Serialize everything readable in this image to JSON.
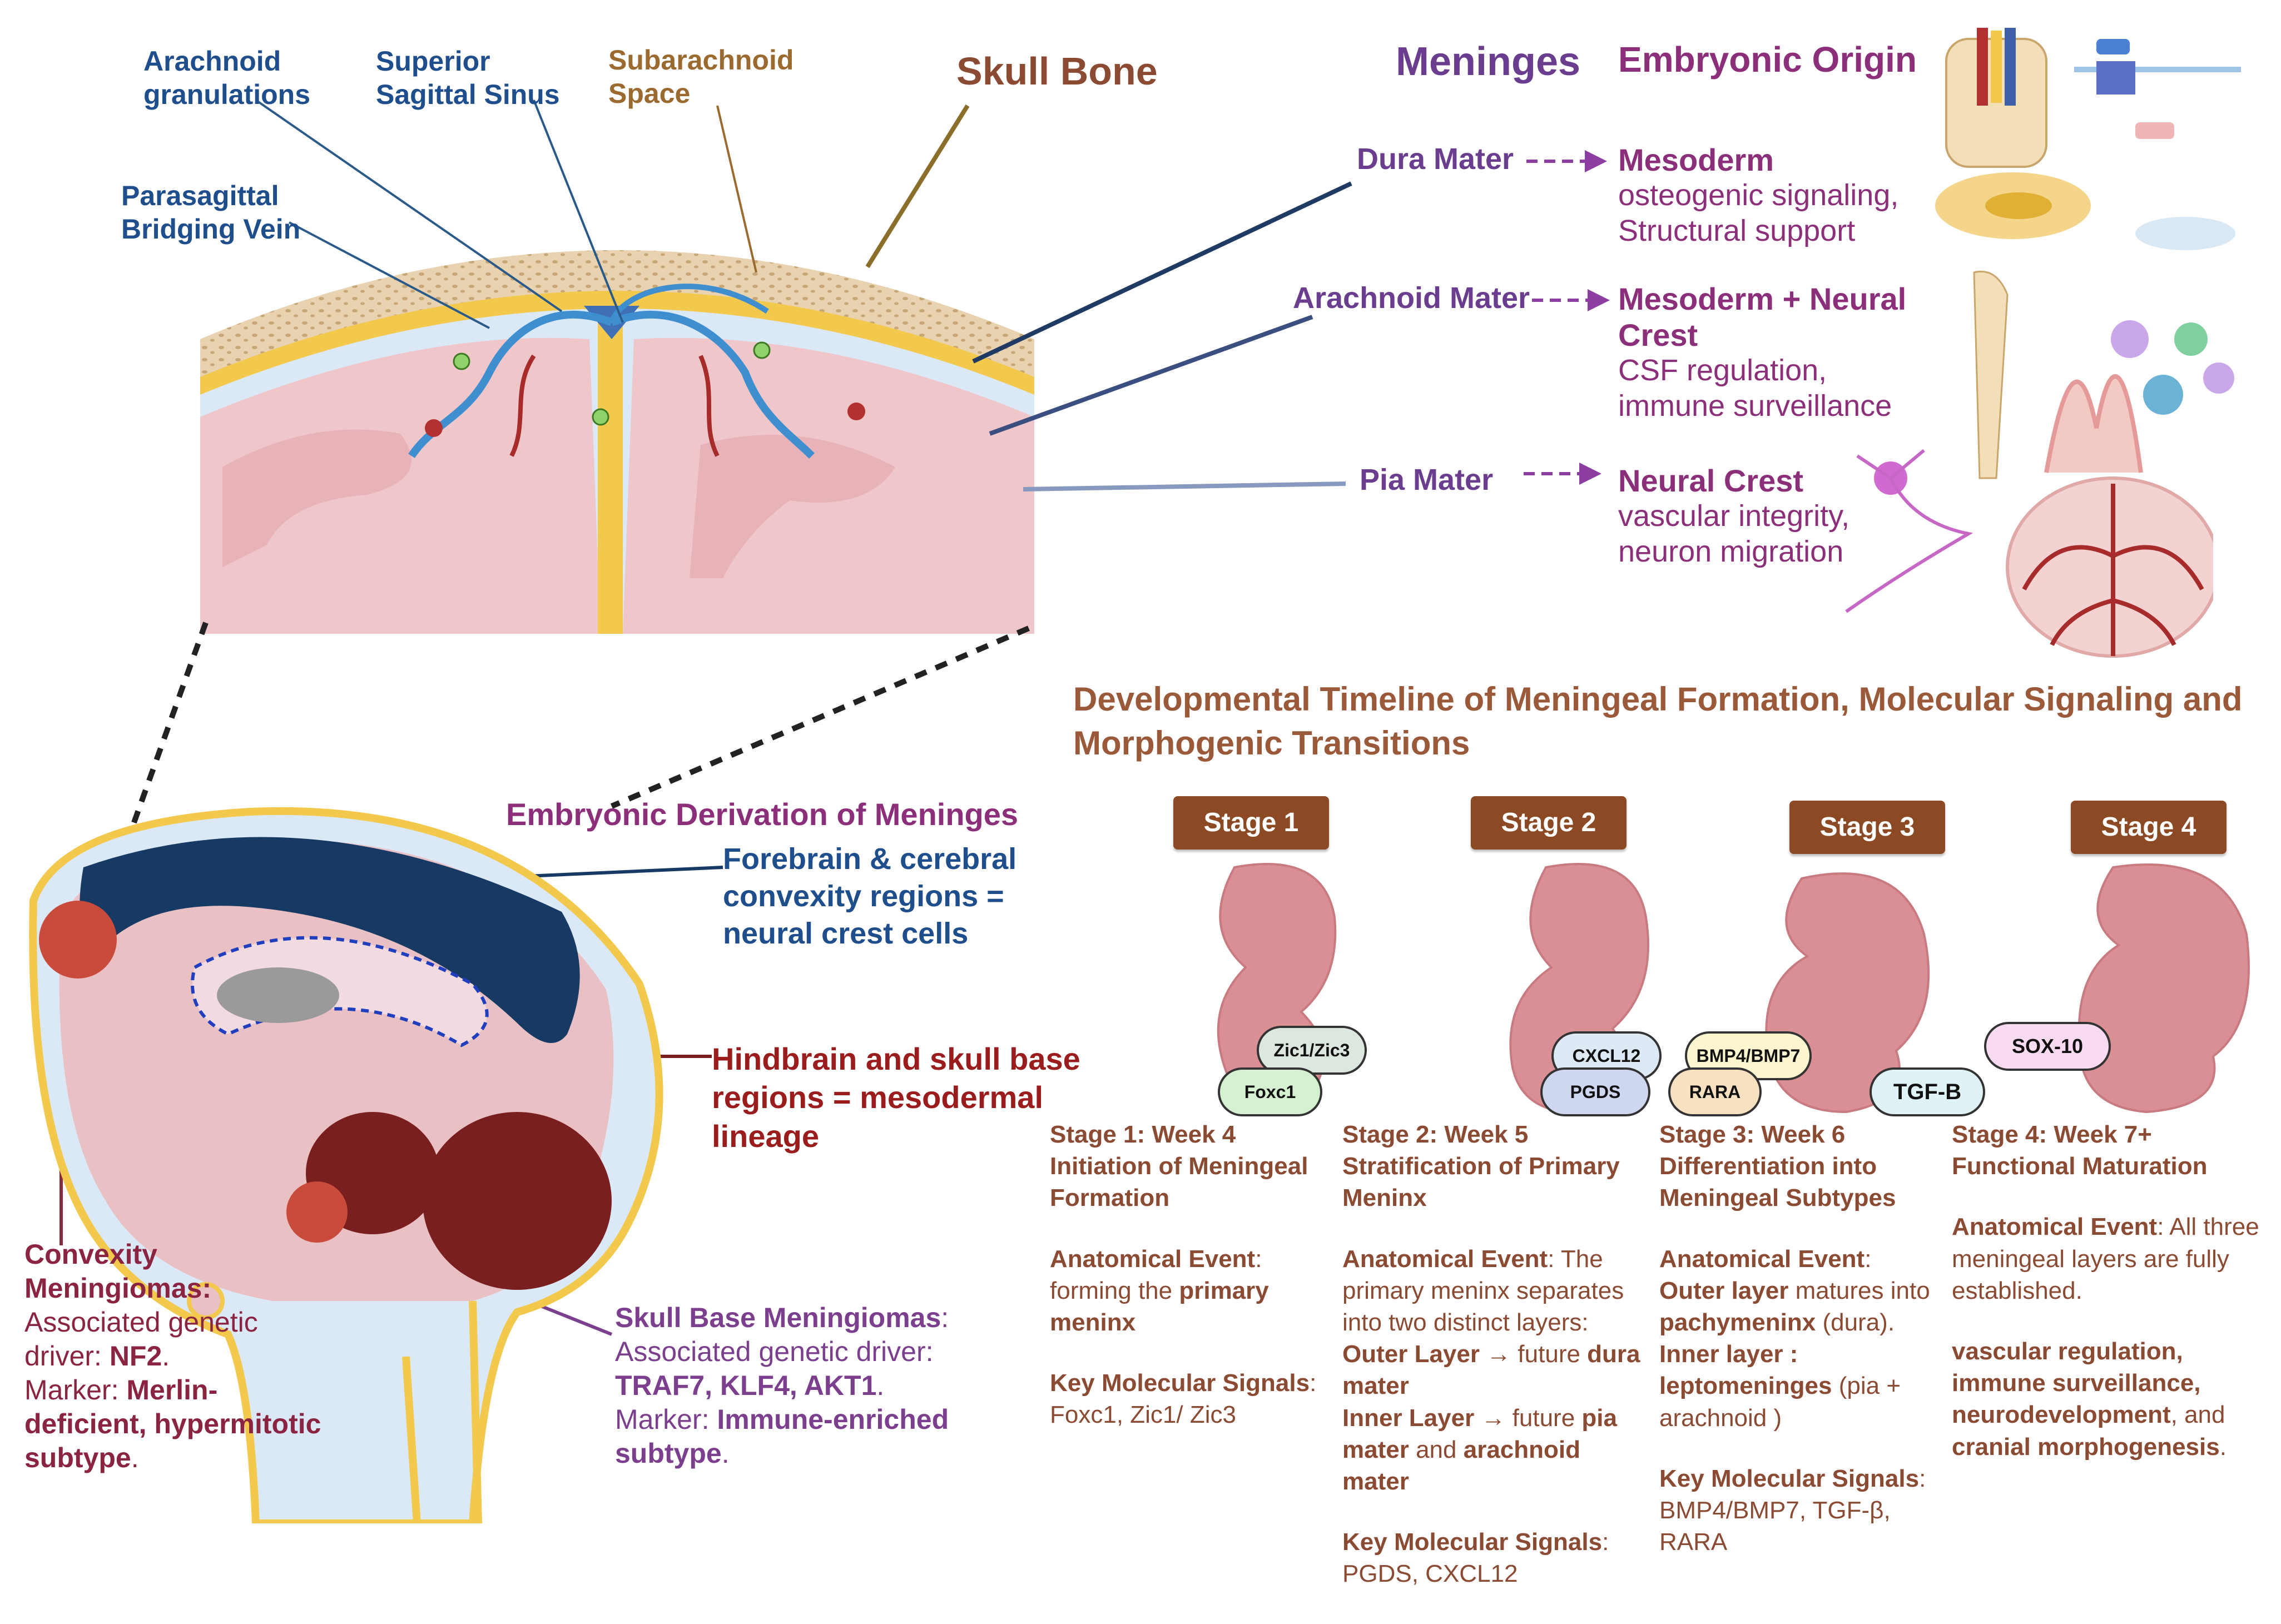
{
  "anatomy_labels": {
    "arachnoid_granulations": "Arachnoid granulations",
    "superior_sagittal_sinus": "Superior Sagittal Sinus",
    "subarachnoid_space": "Subarachnoid Space",
    "skull_bone": "Skull Bone",
    "parasagittal_bridging_vein": "Parasagittal Bridging Vein"
  },
  "meninges_table": {
    "header_meninges": "Meninges",
    "header_origin": "Embryonic Origin",
    "rows": [
      {
        "name": "Dura Mater",
        "origin": "Mesoderm",
        "description": "osteogenic signaling, Structural support"
      },
      {
        "name": "Arachnoid Mater",
        "origin": "Mesoderm + Neural Crest",
        "description": "CSF regulation, immune surveillance"
      },
      {
        "name": "Pia Mater",
        "origin": "Neural Crest",
        "description": "vascular integrity, neuron migration"
      }
    ]
  },
  "derivation": {
    "title": "Embryonic Derivation of Meninges",
    "forebrain_label": "Forebrain & cerebral convexity regions = neural crest cells",
    "hindbrain_label": "Hindbrain and skull base regions = mesodermal lineage",
    "convexity": {
      "title": "Convexity Meningiomas:",
      "driver_prefix": "Associated genetic driver: ",
      "driver": "NF2",
      "marker_prefix": "Marker: ",
      "marker": "Merlin-deficient, hypermitotic  subtype"
    },
    "skull_base": {
      "title": "Skull Base Meningiomas",
      "driver_prefix": "Associated genetic driver: ",
      "drivers": "TRAF7, KLF4, AKT1",
      "marker_prefix": "Marker: ",
      "marker": "Immune-enriched subtype"
    }
  },
  "timeline": {
    "title": "Developmental Timeline of Meningeal Formation, Molecular Signaling and Morphogenic Transitions",
    "stages": [
      {
        "label": "Stage 1",
        "heading": "Stage 1: Week 4 Initiation of Meningeal Formation",
        "event_label": "Anatomical Event",
        "event": "forming the ",
        "event_bold": "primary meninx",
        "signals_label": "Key Molecular Signals",
        "signals": "Foxc1, Zic1/ Zic3",
        "pills": [
          "Zic1/Zic3",
          "Foxc1"
        ]
      },
      {
        "label": "Stage 2",
        "heading": "Stage 2: Week 5 Stratification of Primary Meninx",
        "event_label": "Anatomical Event",
        "event": "The primary meninx separates into two distinct layers:",
        "outer": "Outer Layer",
        "outer_text": " → future ",
        "outer_bold": "dura mater",
        "inner": "Inner Layer",
        "inner_text": " → future ",
        "inner_bold1": "pia mater",
        "inner_mid": " and ",
        "inner_bold2": "arachnoid mater",
        "signals_label": "Key Molecular Signals",
        "signals": "PGDS, CXCL12",
        "pills": [
          "CXCL12",
          "PGDS"
        ]
      },
      {
        "label": "Stage 3",
        "heading": "Stage 3: Week 6 Differentiation into Meningeal Subtypes",
        "event_label": "Anatomical Event",
        "outer": "Outer layer",
        "outer_text": " matures into ",
        "outer_bold": "pachymeninx",
        "outer_tail": " (dura).",
        "inner": "Inner layer : leptomeninges",
        "inner_text": " (pia + arachnoid )",
        "signals_label": "Key Molecular Signals",
        "signals": "BMP4/BMP7, TGF-β, RARA",
        "pills": [
          "BMP4/BMP7",
          "RARA",
          "TGF-B"
        ]
      },
      {
        "label": "Stage 4",
        "heading": "Stage 4: Week 7+ Functional Maturation",
        "event_label": "Anatomical Event",
        "event": "All three meningeal layers are fully established.",
        "functions_bold": "vascular regulation, immune surveillance, neurodevelopment",
        "functions_mid": ", and ",
        "functions_bold2": "cranial morphogenesis",
        "functions_tail": ".",
        "pills": [
          "SOX-10"
        ]
      }
    ]
  },
  "colors": {
    "brown": "#8b4a23",
    "navy": "#163a63",
    "maroon": "#7a1f1f",
    "purple": "#6a3d8f",
    "embryo_pink": "#d98f94"
  }
}
